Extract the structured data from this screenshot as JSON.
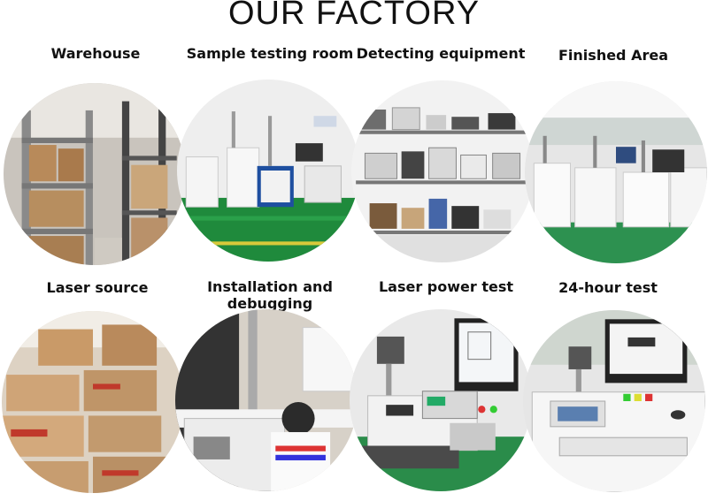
{
  "header": {
    "title": "OUR FACTORY"
  },
  "rows": [
    {
      "items": [
        {
          "label": "Warehouse"
        },
        {
          "label": "Sample testing room"
        },
        {
          "label": "Detecting equipment"
        },
        {
          "label": "Finished Area"
        }
      ]
    },
    {
      "items": [
        {
          "label": "Laser source"
        },
        {
          "label": "Installation and debugging"
        },
        {
          "label": "Laser power test"
        },
        {
          "label": "24-hour test"
        }
      ]
    }
  ]
}
